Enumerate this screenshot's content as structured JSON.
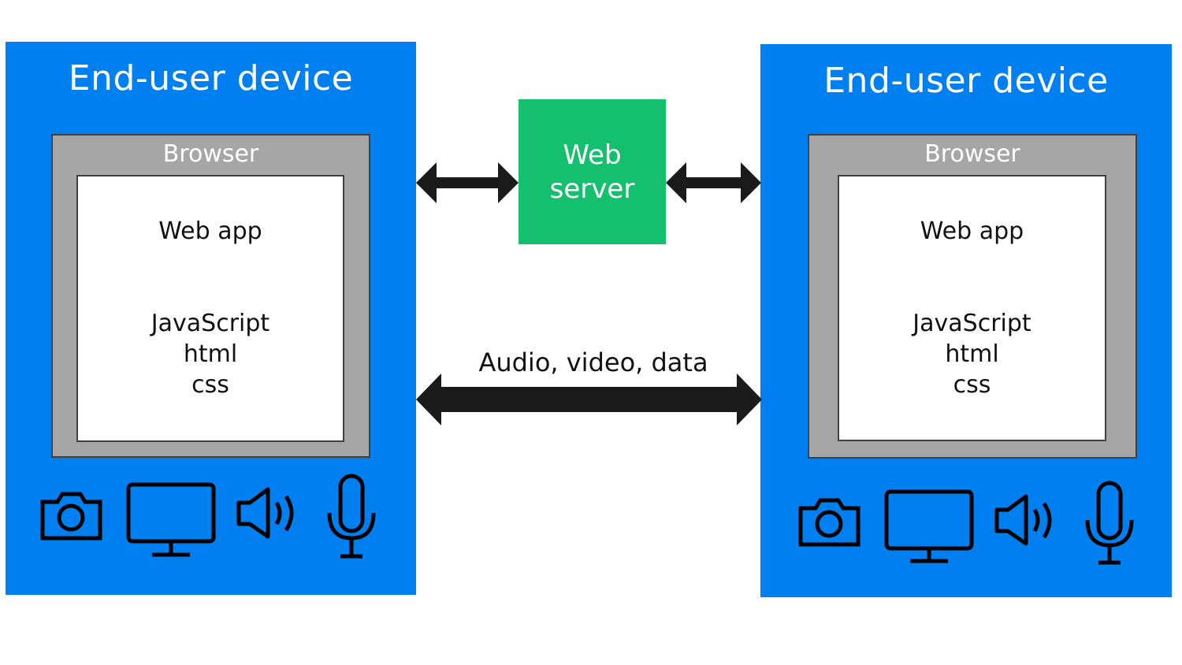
{
  "devices": {
    "left": {
      "title": "End-user device",
      "browser_label": "Browser",
      "app_title": "Web app",
      "tech": [
        "JavaScript",
        "html",
        "css"
      ],
      "icons": [
        "camera-icon",
        "monitor-icon",
        "speaker-icon",
        "microphone-icon"
      ]
    },
    "right": {
      "title": "End-user device",
      "browser_label": "Browser",
      "app_title": "Web app",
      "tech": [
        "JavaScript",
        "html",
        "css"
      ],
      "icons": [
        "camera-icon",
        "monitor-icon",
        "speaker-icon",
        "microphone-icon"
      ]
    }
  },
  "web_server": {
    "lines": [
      "Web",
      "server"
    ]
  },
  "connections": {
    "media_label": "Audio, video, data"
  },
  "colors": {
    "device_blue": "#0080f0",
    "browser_gray": "#a6a6a6",
    "server_green": "#14c06e",
    "arrow_black": "#1a1a1a"
  }
}
